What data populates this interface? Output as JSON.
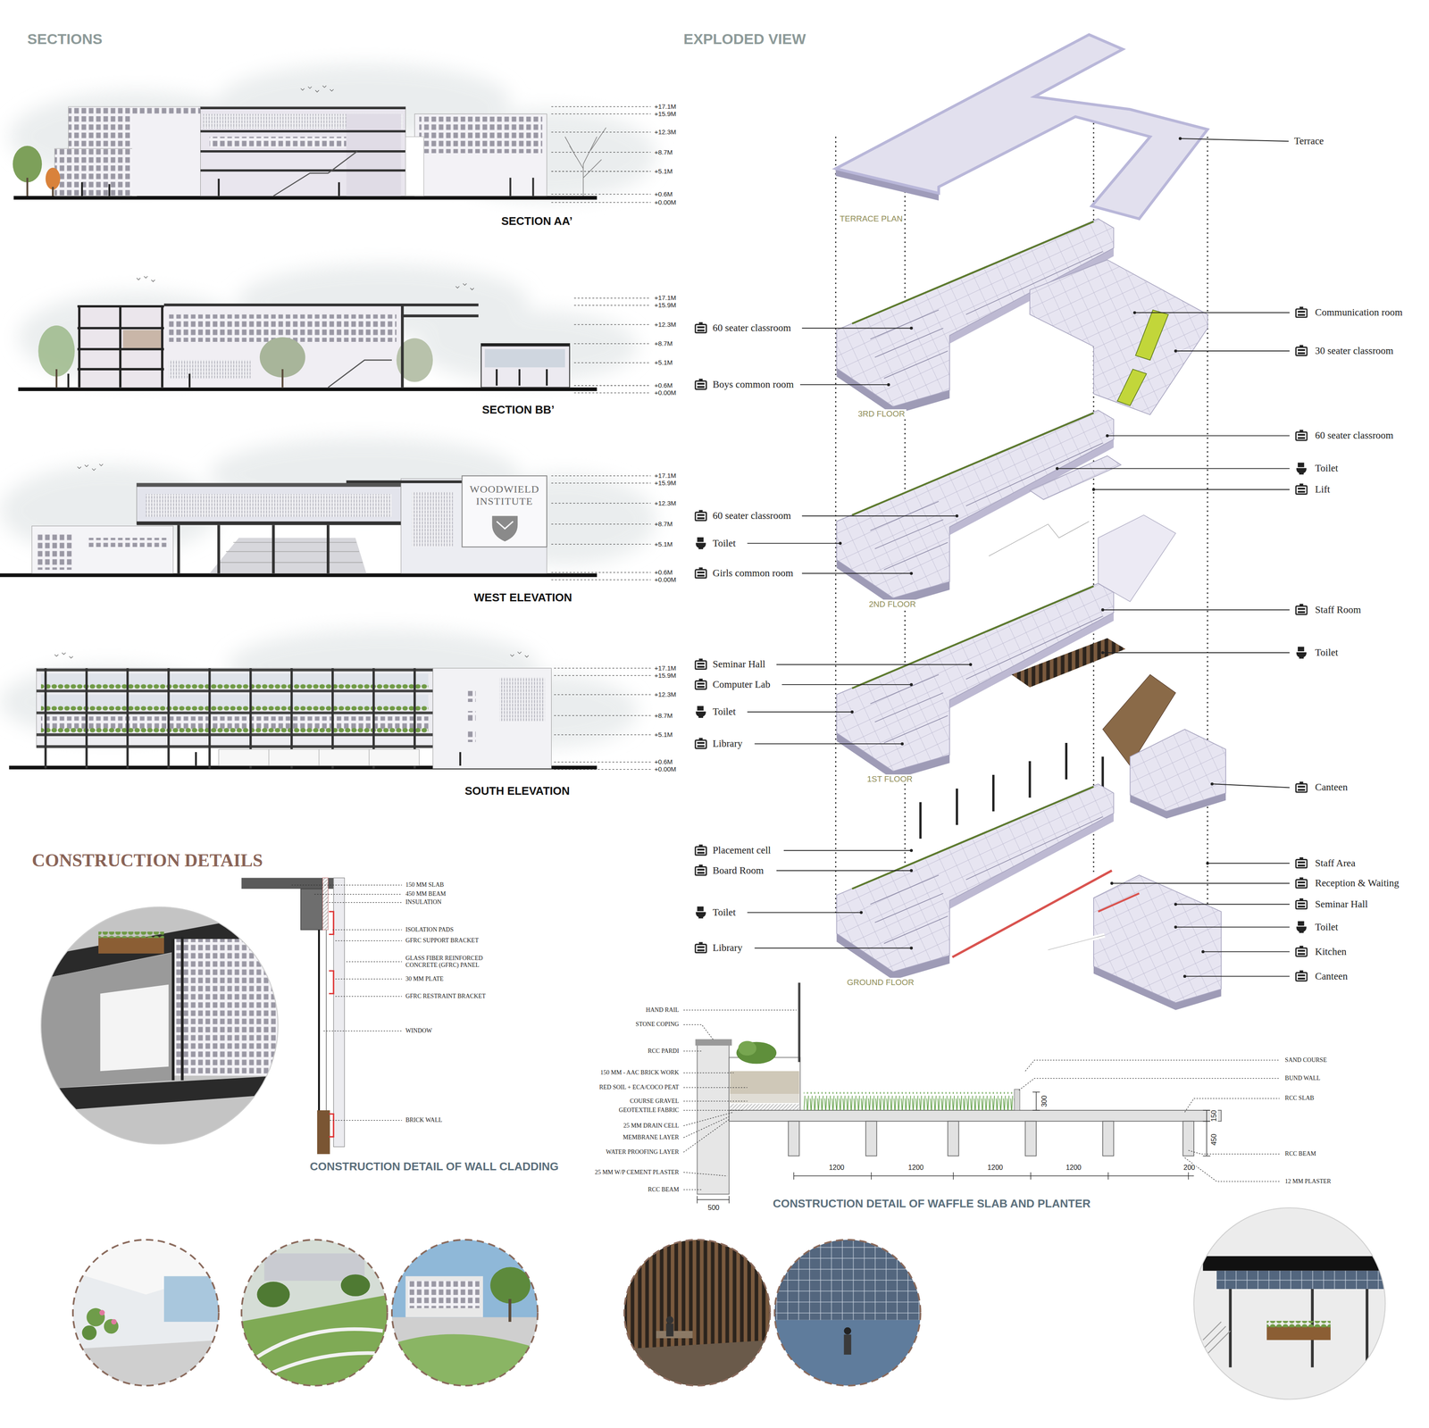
{
  "diagram": {
    "nodes": [
      {
        "text": [
          "WOODWIELD INSTITUTE"
        ]
      }
    ],
    "labels": [
      "SECTIONS",
      "EXPLODED VIEW",
      "+17.1M",
      "+15.9M",
      "+12.3M",
      "+8.7M",
      "+5.1M",
      "+0.6M",
      "+0.00M",
      "SECTION AA’",
      "+17.1M",
      "+15.9M",
      "+12.3M",
      "+8.7M",
      "+5.1M",
      "+0.6M",
      "+0.00M",
      "SECTION BB’",
      "+17.1M",
      "+15.9M",
      "+12.3M",
      "+8.7M",
      "+5.1M",
      "+0.6M",
      "+0.00M",
      "WEST ELEVATION",
      "+17.1M",
      "+15.9M",
      "+12.3M",
      "+8.7M",
      "+5.1M",
      "+0.6M",
      "+0.00M",
      "SOUTH ELEVATION",
      "Terrace",
      "TERRACE PLAN",
      "60 seater classroom",
      "Boys common room",
      "Communication room",
      "30 seater classroom",
      "3RD FLOOR",
      "60 seater classroom",
      "Toilet",
      "Lift",
      "60 seater classroom",
      "Toilet",
      "Girls common room",
      "2ND FLOOR",
      "Staff Room",
      "Toilet",
      "Seminar Hall",
      "Computer Lab",
      "Toilet",
      "Library",
      "1ST FLOOR",
      "Canteen",
      "Placement cell",
      "Board Room",
      "Toilet",
      "Library",
      "Staff Area",
      "Reception & Waiting",
      "Seminar Hall",
      "Toilet",
      "Kitchen",
      "Canteen",
      "GROUND FLOOR",
      "CONSTRUCTION DETAILS",
      "150 MM SLAB",
      "450 MM BEAM",
      "INSULATION",
      "ISOLATION PADS",
      "GFRC SUPPORT BRACKET",
      "GLASS FIBER REINFORCED CONCRETE (GFRC) PANEL",
      "30 MM PLATE",
      "GFRC RESTRAINT BRACKET",
      "WINDOW",
      "BRICK WALL",
      "CONSTRUCTION DETAIL OF WALL CLADDING",
      "HAND RAIL",
      "STONE COPING",
      "RCC PARDI",
      "150 MM - AAC BRICK WORK",
      "RED SOIL + ECA/COCO PEAT",
      "COURSE GRAVEL",
      "GEOTEXTILE FABRIC",
      "25 MM DRAIN CELL",
      "MEMBRANE LAYER",
      "WATER PROOFING LAYER",
      "25 MM W/P CEMENT PLASTER",
      "RCC BEAM",
      "500",
      "SAND COURSE",
      "BUND WALL",
      "RCC SLAB",
      "300",
      "150",
      "450",
      "1200",
      "1200",
      "1200",
      "1200",
      "200",
      "RCC BEAM",
      "12 MM PLASTER",
      "CONSTRUCTION DETAIL OF WAFFLE SLAB AND PLANTER"
    ]
  }
}
